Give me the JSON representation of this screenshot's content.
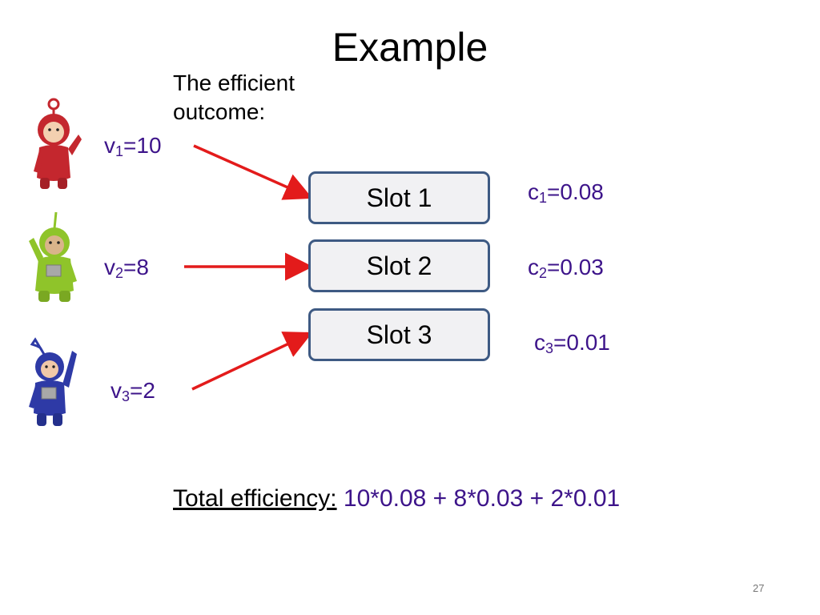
{
  "slide": {
    "title": "Example",
    "intro_line1": "The efficient",
    "intro_line2": "outcome:",
    "page_number": "27"
  },
  "advertisers": [
    {
      "var": "v",
      "index": "1",
      "rest": "=10",
      "color": "#c4272e"
    },
    {
      "var": "v",
      "index": "2",
      "rest": "=8",
      "color": "#8fc42a"
    },
    {
      "var": "v",
      "index": "3",
      "rest": "=2",
      "color": "#2e3aa6"
    }
  ],
  "slots": [
    {
      "label": "Slot 1",
      "ctr_var": "c",
      "ctr_index": "1",
      "ctr_rest": "=0.08"
    },
    {
      "label": "Slot 2",
      "ctr_var": "c",
      "ctr_index": "2",
      "ctr_rest": "=0.03"
    },
    {
      "label": "Slot 3",
      "ctr_var": "c",
      "ctr_index": "3",
      "ctr_rest": "=0.01"
    }
  ],
  "total": {
    "label": "Total efficiency:",
    "expression": "10*0.08 + 8*0.03 + 2*0.01"
  },
  "colors": {
    "text_accent": "#3d148a",
    "arrow": "#e31b1b",
    "slot_border": "#3e5a83",
    "slot_fill": "#f1f1f3"
  }
}
